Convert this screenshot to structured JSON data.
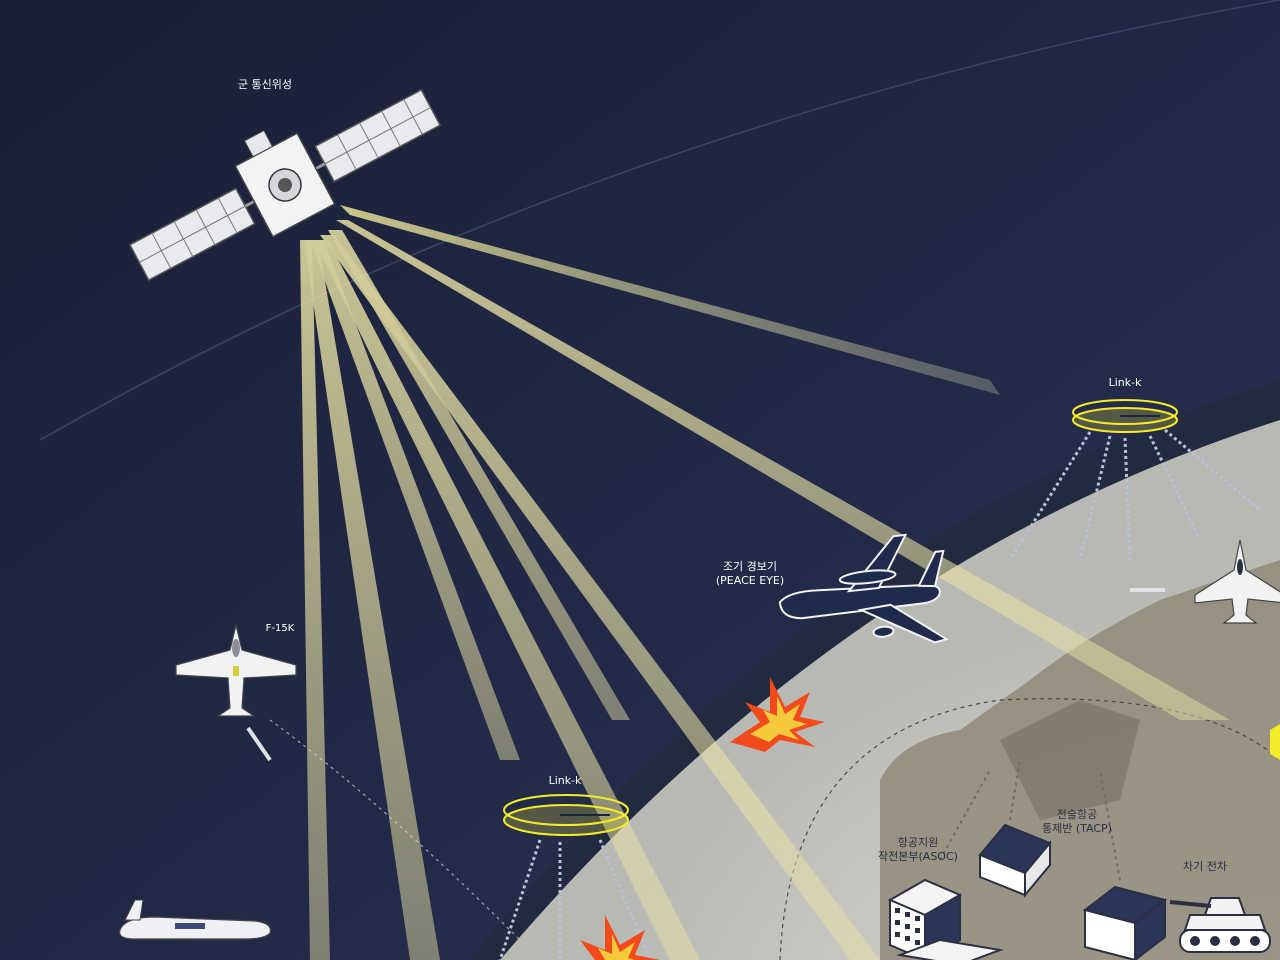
{
  "labels": {
    "satellite": "군 통신위성",
    "link_k_right": "Link-k",
    "link_k_left": "Link-k",
    "awacs_line1": "조기 경보기",
    "awacs_line2": "(PEACE EYE)",
    "f15k": "F-15K",
    "asoc_line1": "항공지원",
    "asoc_line2": "작전본부(ASOC)",
    "tacp_line1": "전술항공",
    "tacp_line2": "통제반 (TACP)",
    "tank": "차기 전차"
  },
  "colors": {
    "sky": "#1c2340",
    "earth": "#c9c8c2",
    "beam": "#efe7a8",
    "link_ring": "#f4ec2a",
    "outline": "#ffffff"
  }
}
